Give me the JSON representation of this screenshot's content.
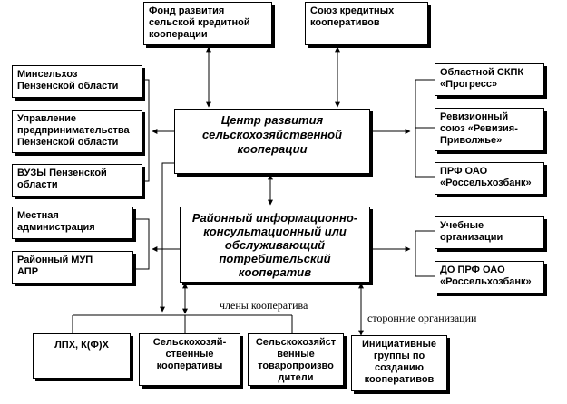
{
  "boxes": {
    "fund": "Фонд развития\nсельской кредитной\nкооперации",
    "union": "Союз кредитных\nкооперативов",
    "minselhoz": "Минсельхоз\nПензенской области",
    "entrepreneurship": "Управление\nпредпринимательства\nПензенской области",
    "universities": "ВУЗЫ Пензенской\nобласти",
    "local_admin": "Местная\nадминистрация",
    "mup": "Районный МУП\nАПР",
    "center": "Центр развития\nсельскохозяйственной\nкооперации",
    "district": "Районный информационно-\nконсультационный или\nобслуживающий\nпотребительский\nкооператив",
    "skpk": "Областной СКПК\n«Прогресс»",
    "revision_union": "Ревизионный\nсоюз «Ревизия-\nПриволжье»",
    "prf": "ПРФ ОАО\n«Россельхозбанк»",
    "educational": "Учебные\nорганизации",
    "do_prf": "ДО ПРФ ОАО\n«Россельхозбанк»",
    "lph": "ЛПХ, К(Ф)Х",
    "agri_coops": "Сельскохозяй-\nственные\nкооперативы",
    "producers": "Сельскохозяйст\nвенные\nтоваропроизво\nдители",
    "initiative": "Инициативные\nгруппы по\nсозданию\nкооперативов"
  },
  "labels": {
    "members": "члены кооператива",
    "outsiders": "сторонние организации"
  }
}
